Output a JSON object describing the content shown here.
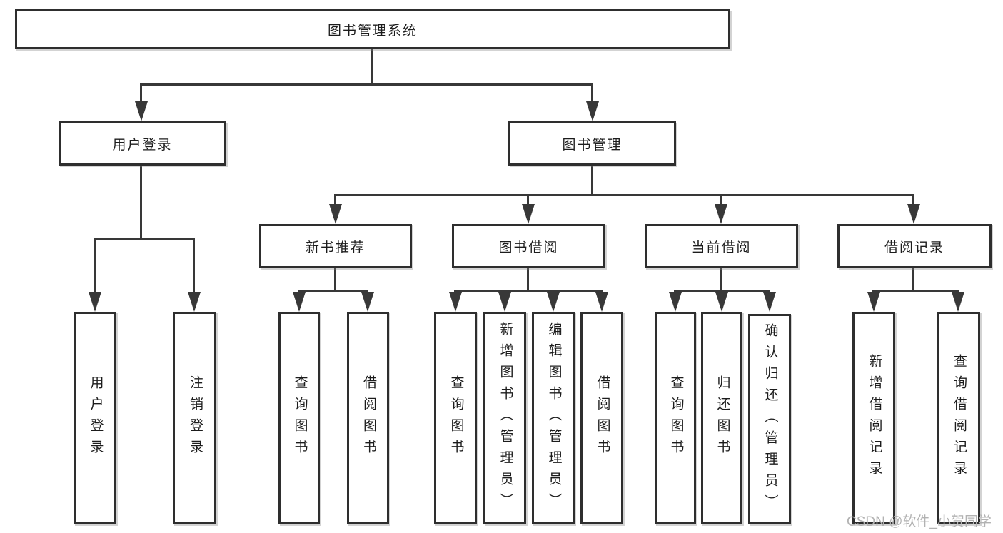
{
  "diagram_type": "hierarchy-structure-chart",
  "colors": {
    "line": "#383838",
    "box_border": "#2e2e2e",
    "box_background": "#ffffff",
    "text": "#1c1c1c",
    "watermark": "#b2b2b2",
    "page_background": "#ffffff"
  },
  "watermark": "CSDN @软件_小贺同学",
  "tree": {
    "label": "图书管理系统",
    "children": [
      {
        "label": "用户登录",
        "children": [
          {
            "label": "用户登录"
          },
          {
            "label": "注销登录"
          }
        ]
      },
      {
        "label": "图书管理",
        "children": [
          {
            "label": "新书推荐",
            "children": [
              {
                "label": "查询图书"
              },
              {
                "label": "借阅图书"
              }
            ]
          },
          {
            "label": "图书借阅",
            "children": [
              {
                "label": "查询图书"
              },
              {
                "label": "新增图书（管理员）"
              },
              {
                "label": "编辑图书（管理员）"
              },
              {
                "label": "借阅图书"
              }
            ]
          },
          {
            "label": "当前借阅",
            "children": [
              {
                "label": "查询图书"
              },
              {
                "label": "归还图书"
              },
              {
                "label": "确认归还（管理员）"
              }
            ]
          },
          {
            "label": "借阅记录",
            "children": [
              {
                "label": "新增借阅记录"
              },
              {
                "label": "查询借阅记录"
              }
            ]
          }
        ]
      }
    ]
  }
}
